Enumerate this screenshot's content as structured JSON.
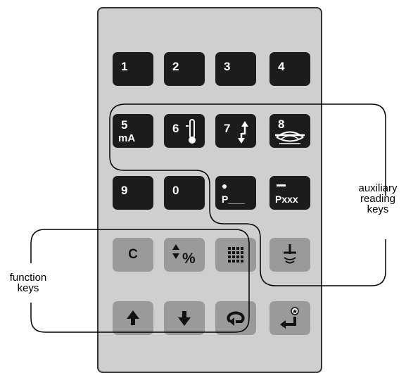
{
  "keypad": {
    "row1": [
      "1",
      "2",
      "3",
      "4"
    ],
    "row2": [
      "5",
      "mA",
      "6",
      "7",
      "8"
    ],
    "row3": [
      "9",
      "0",
      "P___",
      "Pxxx"
    ],
    "function": {
      "clear": "C",
      "percent": "%"
    }
  },
  "labels": {
    "auxiliary": [
      "auxiliary",
      "reading",
      "keys"
    ],
    "function": [
      "function",
      "keys"
    ]
  },
  "colors": {
    "panel": "#cfcfcf",
    "dark_key": "#1c1c1c",
    "light_key": "#9a9a9a"
  }
}
